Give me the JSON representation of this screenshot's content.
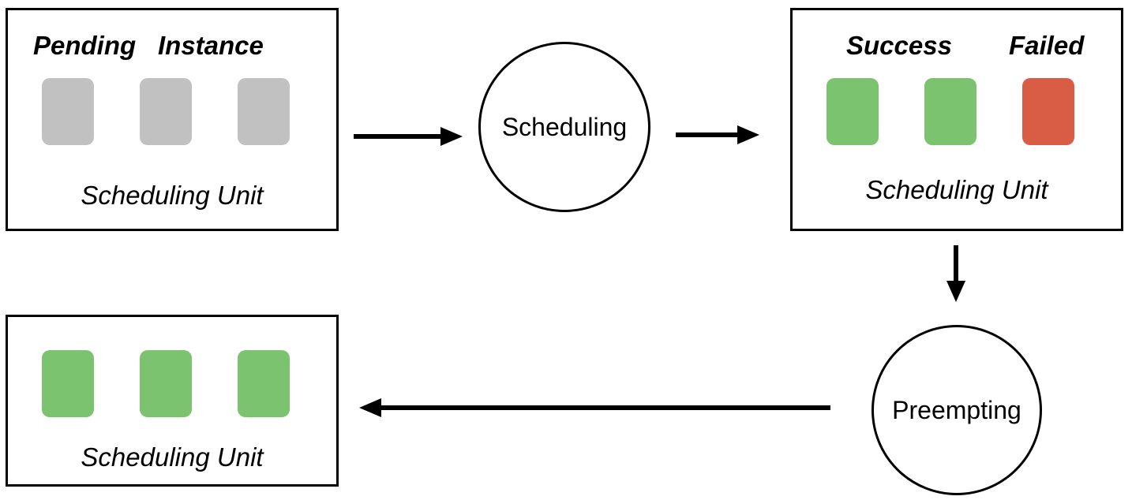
{
  "colors": {
    "pending": "#c1c1c1",
    "success": "#7cc36f",
    "failed": "#d95c45",
    "stroke": "#000000"
  },
  "unit_label": "Scheduling Unit",
  "pending_box": {
    "title_left": "Pending",
    "title_right": "Instance",
    "label": "Scheduling Unit"
  },
  "result_box": {
    "success_label": "Success",
    "failed_label": "Failed",
    "label": "Scheduling Unit"
  },
  "final_box": {
    "label": "Scheduling Unit"
  },
  "nodes": {
    "scheduling": "Scheduling",
    "preempting": "Preempting"
  }
}
